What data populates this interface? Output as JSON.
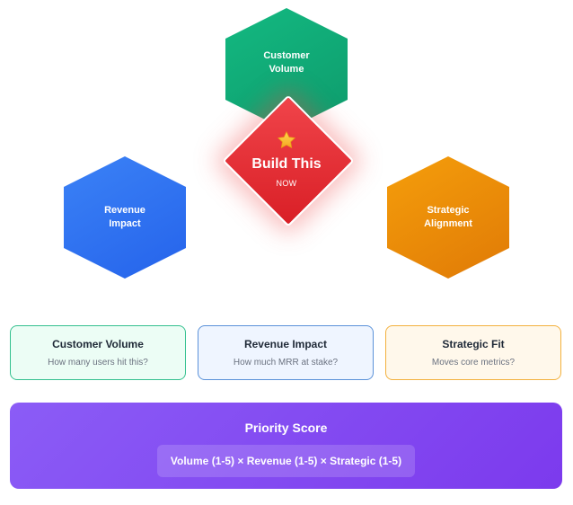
{
  "hexagons": {
    "customer_volume": {
      "line1": "Customer",
      "line2": "Volume"
    },
    "revenue_impact": {
      "line1": "Revenue",
      "line2": "Impact"
    },
    "strategic_alignment": {
      "line1": "Strategic",
      "line2": "Alignment"
    }
  },
  "center": {
    "icon": "star-icon",
    "title": "Build This",
    "subtitle": "NOW"
  },
  "cards": [
    {
      "title": "Customer Volume",
      "subtitle": "How many users hit this?"
    },
    {
      "title": "Revenue Impact",
      "subtitle": "How much MRR at stake?"
    },
    {
      "title": "Strategic Fit",
      "subtitle": "Moves core metrics?"
    }
  ],
  "priority": {
    "title": "Priority Score",
    "formula": "Volume (1-5) × Revenue (1-5) × Strategic (1-5)"
  },
  "colors": {
    "green": "#10b981",
    "blue": "#3b82f6",
    "orange": "#f59e0b",
    "red": "#ef4444",
    "purple": "#8b5cf6"
  }
}
